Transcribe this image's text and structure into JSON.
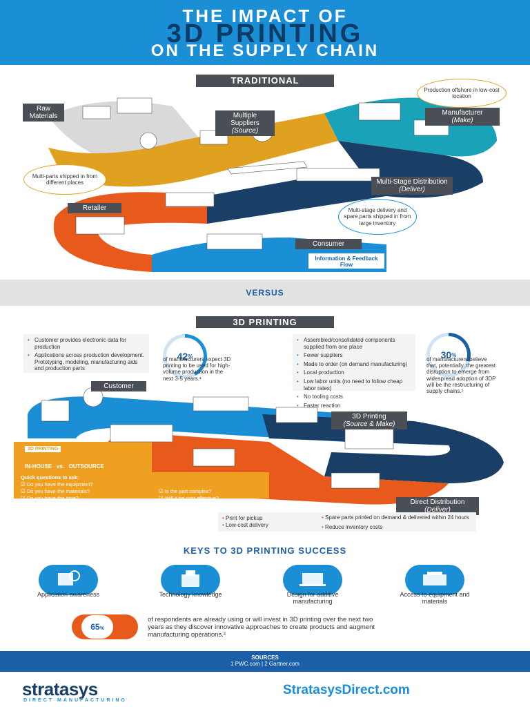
{
  "header": {
    "line1": "THE IMPACT OF",
    "line2": "3D PRINTING",
    "line3": "ON THE SUPPLY CHAIN"
  },
  "traditional": {
    "tag": "TRADITIONAL",
    "raw_materials": "Raw Materials",
    "suppliers": "Multiple Suppliers",
    "suppliers_sub": "(Source)",
    "manufacturer": "Manufacturer",
    "manufacturer_sub": "(Make)",
    "distribution": "Multi-Stage Distribution",
    "distribution_sub": "(Deliver)",
    "retailer": "Retailer",
    "consumer": "Consumer",
    "bubble_offshore": "Production offshore in low-cost location",
    "bubble_multiparts": "Multi-parts shipped in from different places",
    "bubble_multistage": "Multi-stage delivery and spare parts shipped in from large inventory",
    "info_flow": "Information & Feedback Flow"
  },
  "versus": "VERSUS",
  "printing": {
    "tag": "3D PRINTING",
    "customer_points": [
      "Customer provides electronic data for production",
      "Applications across production development. Prototyping, modeling, manufacturing aids and production parts"
    ],
    "stat1_value": "42",
    "stat1_unit": "%",
    "stat1_text": "of manufacturers expect 3D printing to be used for high-volume production in the next 3-5 years.¹",
    "center_points": [
      "Assembled/consolidated components supplied from one place",
      "Fewer suppliers",
      "Made to order (on demand manufacturing)",
      "Local production",
      "Low labor units (no need to follow cheap labor rates)",
      "No tooling costs",
      "Faster reaction"
    ],
    "stat2_value": "30",
    "stat2_unit": "%",
    "stat2_text": "of manufacturers believe that, potentially, the greatest disruption to emerge from widespread adoption of 3DP will be the restructuring of supply chains.¹",
    "customer": "Customer",
    "printing_node": "3D Printing",
    "printing_node_sub": "(Source & Make)",
    "direct": "Direct Distribution",
    "direct_sub": "(Deliver)",
    "box_tag": "3D PRINTING",
    "inhouse": "IN-HOUSE",
    "vs": "vs.",
    "outsource": "OUTSOURCE",
    "quick_q": "Quick questions to ask:",
    "questions": [
      "Do you have the equipment?",
      "Do you have the materials?",
      "Do you have the time?",
      "Is the part complex?",
      "Will it be cost effective?"
    ],
    "delivery_points": [
      "Print for pickup",
      "Low-cost delivery",
      "Spare parts printed on demand & delivered within 24 hours",
      "Reduce inventory costs"
    ]
  },
  "keys": {
    "title": "KEYS TO 3D PRINTING SUCCESS",
    "items": [
      "Application awareness",
      "Technology knowledge",
      "Design for additive manufacturing",
      "Access to equipment and materials"
    ]
  },
  "respondents": {
    "value": "65",
    "unit": "%",
    "text": "of respondents are already using or will invest in 3D printing over the next two years as they discover innovative approaches to create products and augment manufacturing operations.²"
  },
  "sources": {
    "title": "SOURCES",
    "line": "1  PWC.com   |   2 Gartner.com"
  },
  "footer": {
    "brand": "stratasys",
    "brand_sub": "DIRECT MANUFACTURING",
    "url": "StratasysDirect.com"
  },
  "colors": {
    "blue": "#1a8fd6",
    "navy": "#1a3f66",
    "orange": "#e85a1c",
    "gold": "#e0a020",
    "teal": "#1aa3b8",
    "gray": "#4a4f55"
  }
}
